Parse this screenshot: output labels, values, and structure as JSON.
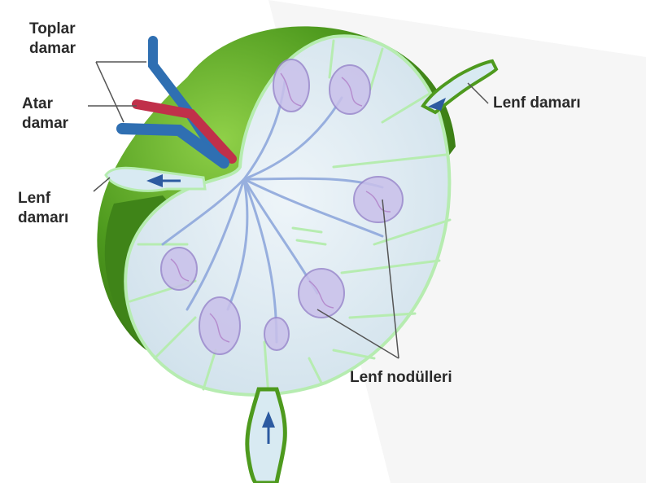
{
  "diagram": {
    "labels": {
      "toplar_damar": [
        "Toplar",
        "damar"
      ],
      "atar_damar": [
        "Atar",
        "damar"
      ],
      "lenf_damari_left": [
        "Lenf",
        "damarı"
      ],
      "lenf_damari_right": "Lenf damarı",
      "lenf_nodulleri": "Lenf nodülleri"
    },
    "colors": {
      "capsule_green": "#4e9a1e",
      "cut_surface": "#dde9f1",
      "membrane_green": "#b6ecb0",
      "vein_blue": "#2f6fb2",
      "artery_red": "#c0304a",
      "follicle_purple": "#9a88cc",
      "arrow_blue": "#2c5aa0"
    }
  }
}
